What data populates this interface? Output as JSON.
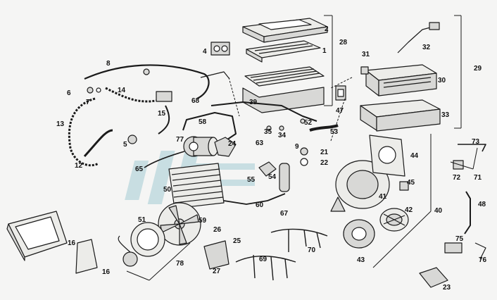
{
  "diagram": {
    "labels": {
      "l1": "1",
      "l2": "2",
      "l4": "4",
      "l5": "5",
      "l6": "6",
      "l7": "7",
      "l8": "8",
      "l9": "9",
      "l12": "12",
      "l13": "13",
      "l14": "14",
      "l15": "15",
      "l16a": "16",
      "l16b": "16",
      "l21": "21",
      "l22": "22",
      "l23": "23",
      "l24": "24",
      "l25": "25",
      "l26": "26",
      "l27": "27",
      "l28": "28",
      "l29": "29",
      "l30": "30",
      "l31": "31",
      "l32": "32",
      "l33": "33",
      "l34": "34",
      "l35": "35",
      "l39": "39",
      "l40": "40",
      "l41": "41",
      "l42": "42",
      "l43": "43",
      "l44": "44",
      "l45": "45",
      "l47": "47",
      "l48": "48",
      "l50": "50",
      "l51": "51",
      "l52": "52",
      "l53": "53",
      "l54": "54",
      "l55": "55",
      "l58": "58",
      "l59": "59",
      "l60": "60",
      "l63": "63",
      "l65": "65",
      "l67": "67",
      "l68": "68",
      "l69": "69",
      "l70": "70",
      "l71": "71",
      "l72": "72",
      "l73": "73",
      "l75": "75",
      "l76": "76",
      "l77": "77",
      "l78": "78"
    },
    "colors": {
      "line": "#1a1a1a",
      "fill": "#d8d8d6",
      "light": "#ecece9",
      "watermark": "#b9d7dc"
    }
  }
}
